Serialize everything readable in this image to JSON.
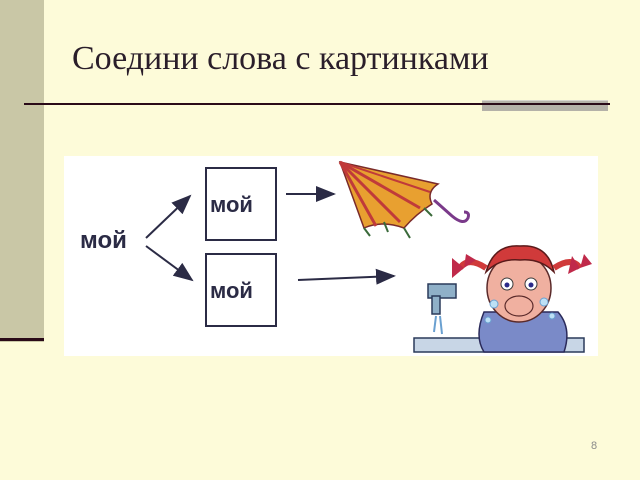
{
  "slide": {
    "title": "Соедини слова с картинками",
    "page_number": "8"
  },
  "exercise": {
    "source_word": "мой",
    "target_words": [
      "мой",
      "мой"
    ]
  },
  "icons": [
    "umbrella-icon",
    "girl-washing-face-icon"
  ]
}
